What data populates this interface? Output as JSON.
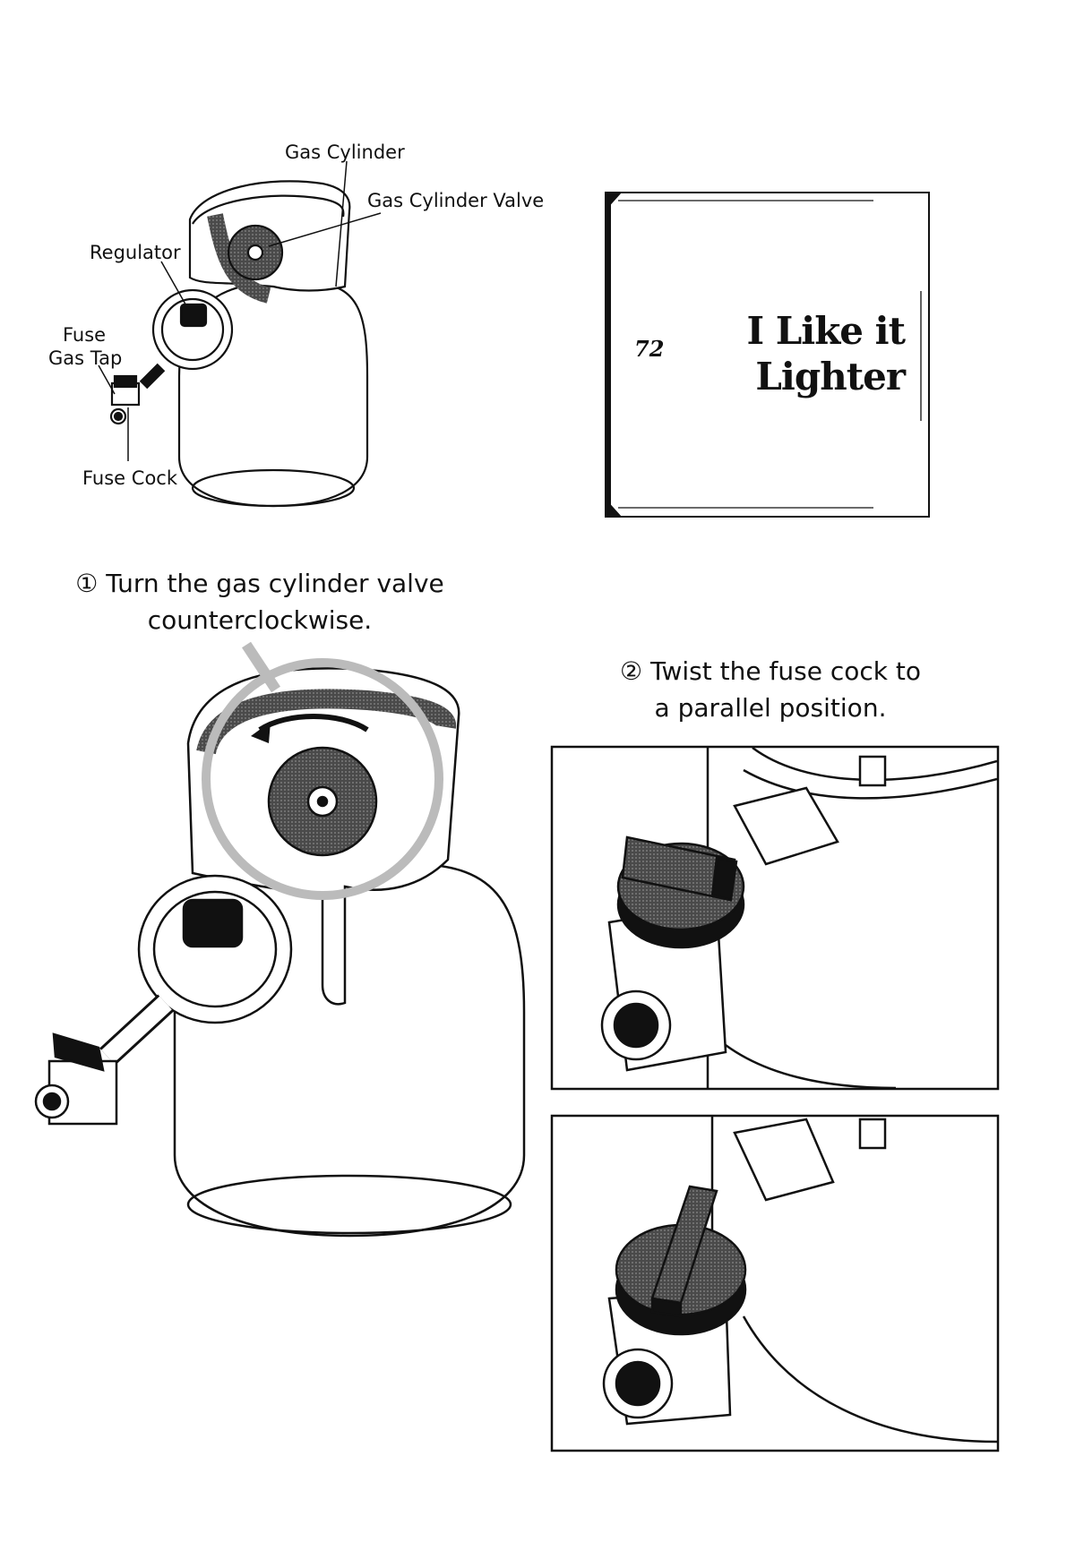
{
  "diagram_labels": {
    "gas_cylinder": "Gas Cylinder",
    "gas_cylinder_valve": "Gas Cylinder Valve",
    "regulator": "Regulator",
    "fuse_gas_tap_line1": "Fuse",
    "fuse_gas_tap_line2": "Gas Tap",
    "fuse_cock": "Fuse Cock"
  },
  "chapter_box": {
    "number": "72",
    "title_line1": "I Like it",
    "title_line2": "Lighter"
  },
  "steps": {
    "step1_line1": "① Turn the gas cylinder valve",
    "step1_line2": "counterclockwise.",
    "step2_line1": "② Twist the fuse cock to",
    "step2_line2": "a parallel position."
  },
  "colors": {
    "ink": "#111111",
    "paper": "#ffffff",
    "tone": "#5a5a5a"
  }
}
